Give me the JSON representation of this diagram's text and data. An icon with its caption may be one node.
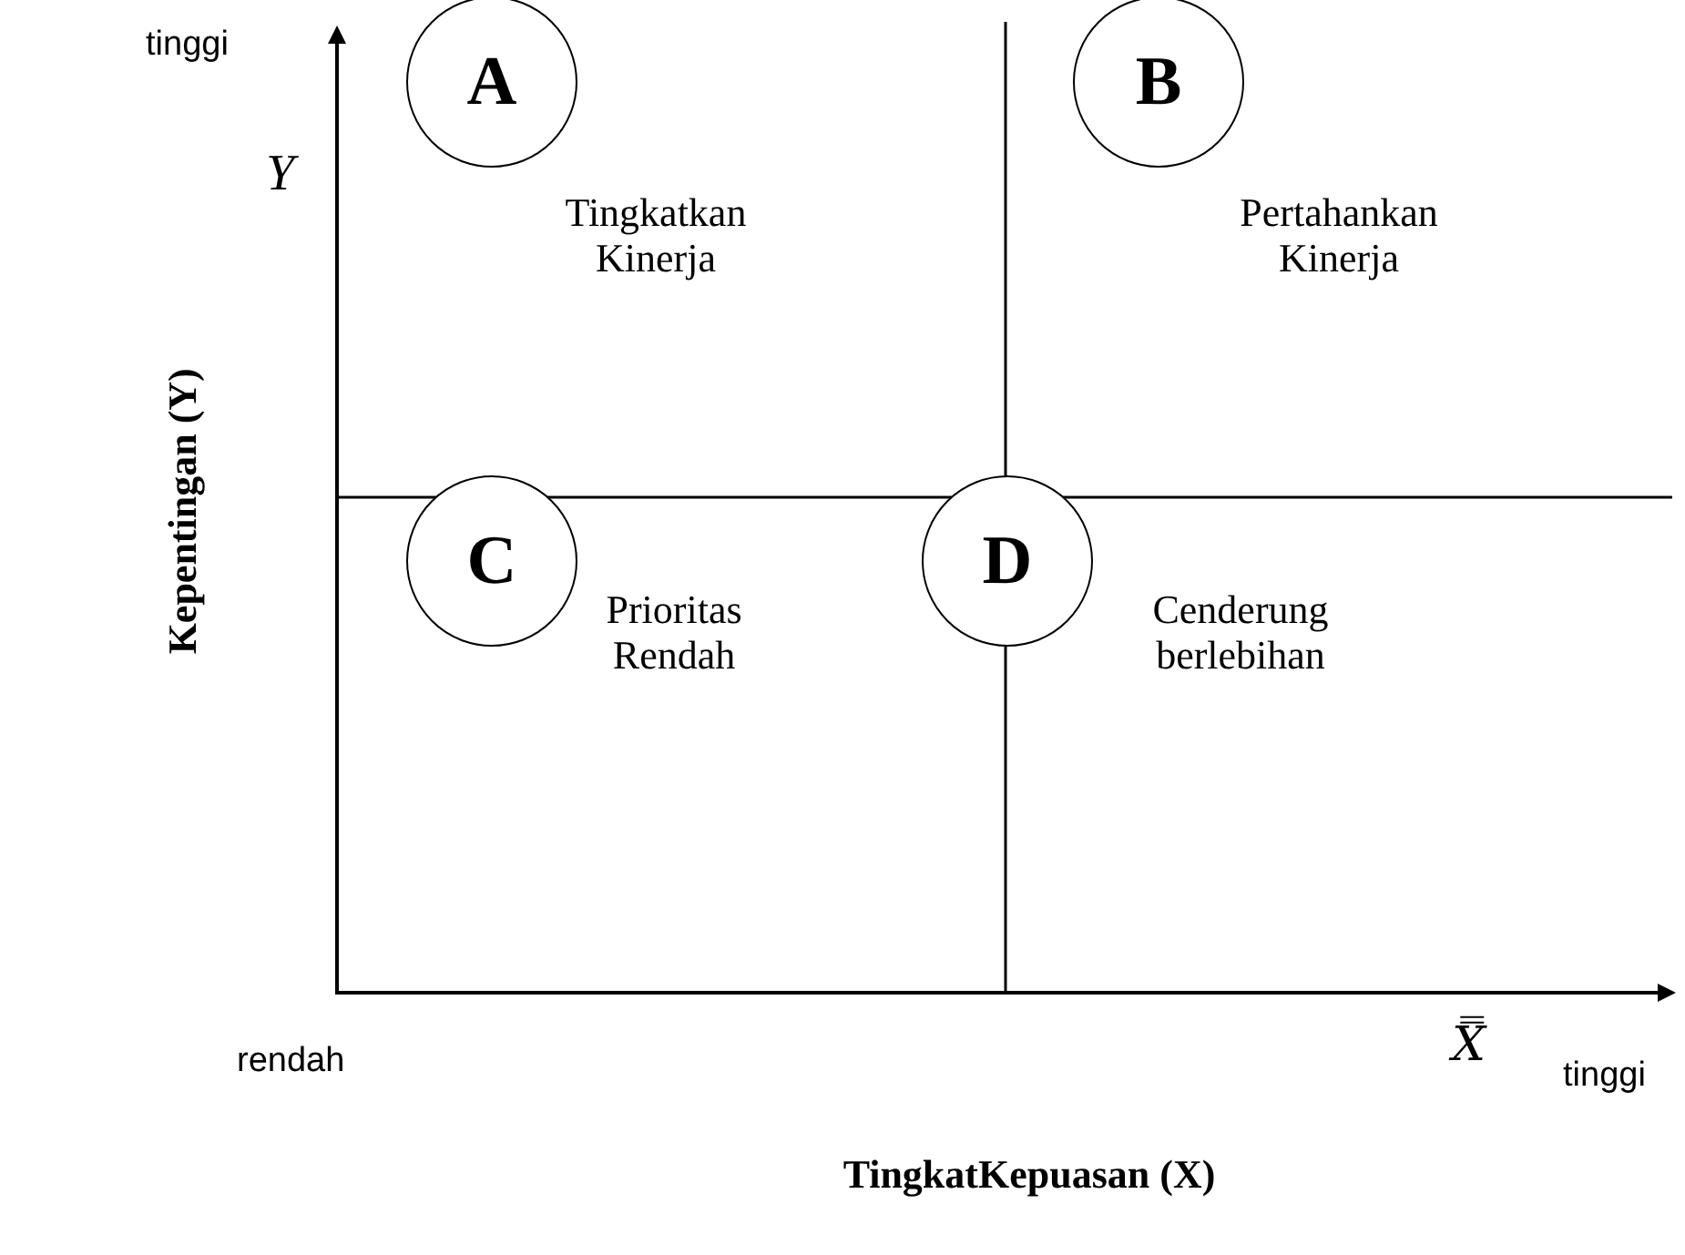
{
  "diagram": {
    "nodes": [
      {
        "text": [
          "A"
        ],
        "beside": [
          "Tingkatkan Kinerja"
        ]
      },
      {
        "text": [
          "B"
        ],
        "beside": [
          "Pertahankan Kinerja"
        ]
      },
      {
        "text": [
          "C"
        ],
        "beside": [
          "Prioritas Rendah"
        ]
      },
      {
        "text": [
          "D"
        ],
        "beside": [
          "Cenderung berlebihan"
        ]
      }
    ],
    "labels": [
      "tinggi",
      "Y",
      "rendah",
      "X̿",
      "tinggi",
      "TingkatKepuasan (X)",
      "Kepentingan (Y)"
    ]
  }
}
